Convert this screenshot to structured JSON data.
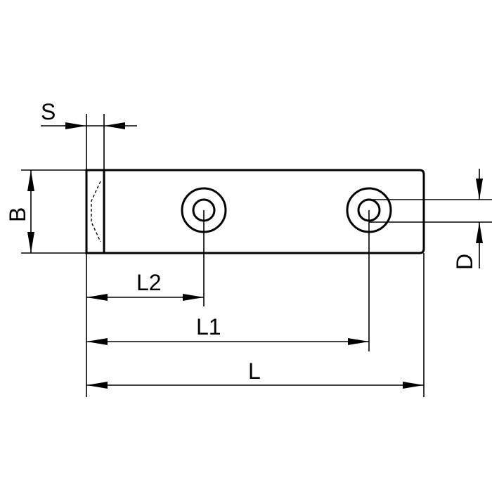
{
  "labels": {
    "s": "S",
    "b": "B",
    "d": "D",
    "l2": "L2",
    "l1": "L1",
    "l": "L"
  },
  "colors": {
    "line": "#000000",
    "background": "#ffffff"
  }
}
